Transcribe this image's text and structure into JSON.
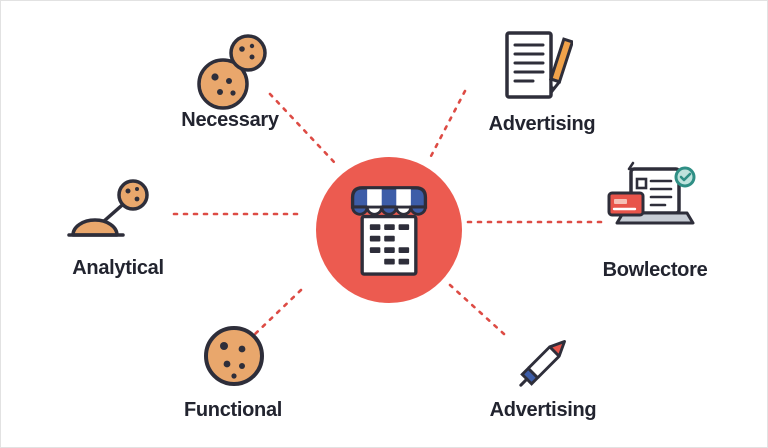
{
  "diagram": {
    "center": {
      "icon": "storefront-icon"
    },
    "nodes": [
      {
        "id": "necessary",
        "label": "Necessary",
        "icon": "cookies-icon",
        "position": "top-left"
      },
      {
        "id": "advertising-top",
        "label": "Advertising",
        "icon": "document-pencil-icon",
        "position": "top-right"
      },
      {
        "id": "analytical",
        "label": "Analytical",
        "icon": "cookie-scoop-icon",
        "position": "middle-left"
      },
      {
        "id": "bowlectore",
        "label": "Bowlectore",
        "icon": "laptop-card-icon",
        "position": "middle-right"
      },
      {
        "id": "functional",
        "label": "Functional",
        "icon": "cookie-icon",
        "position": "bottom-left"
      },
      {
        "id": "advertising-bottom",
        "label": "Advertising",
        "icon": "pen-rocket-icon",
        "position": "bottom-right"
      }
    ],
    "colors": {
      "center_circle": "#ec5b50",
      "connector": "#dd4b44",
      "cookie": "#e9a76c",
      "outline": "#2e2e3a",
      "awning_blue": "#3d5da8",
      "card_red": "#e8544a",
      "pencil_orange": "#f0a24a",
      "badge_teal": "#3ba99c",
      "label_text": "#22242f"
    }
  }
}
